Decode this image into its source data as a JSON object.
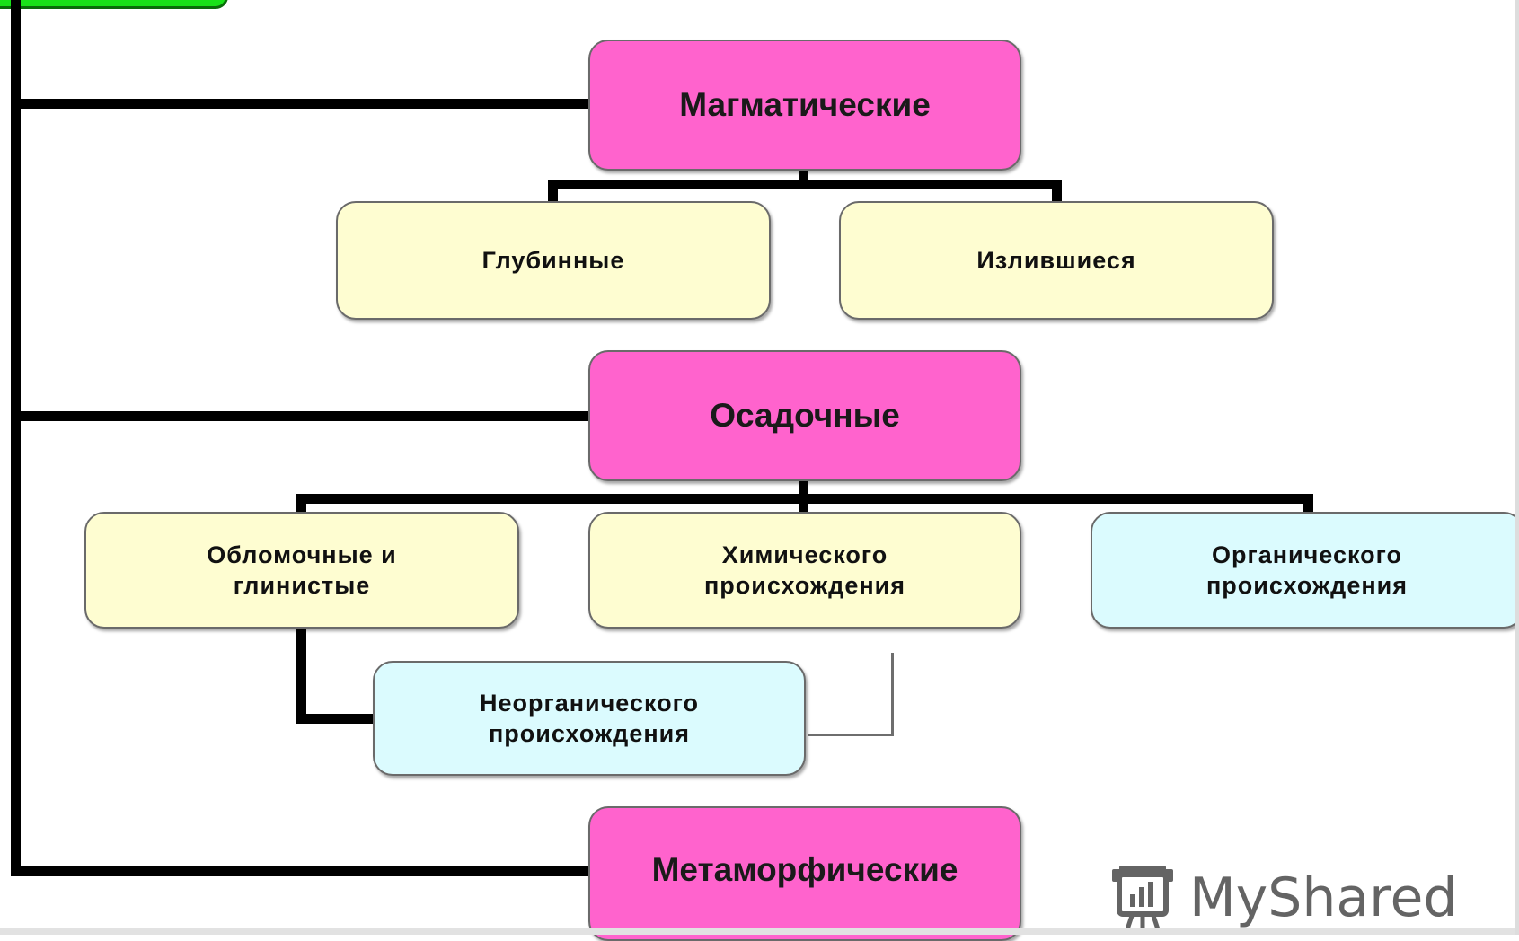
{
  "diagram": {
    "nodes": {
      "magmatic": "Магматические",
      "deep": "Глубинные",
      "effusive": "Излившиеся",
      "sedimentary": "Осадочные",
      "clastic_line1": "Обломочные и",
      "clastic_line2": "глинистые",
      "chemical_line1": "Химического",
      "chemical_line2": "происхождения",
      "organic_line1": "Органического",
      "organic_line2": "происхождения",
      "inorganic_line1": "Неорганического",
      "inorganic_line2": "происхождения",
      "metamorphic": "Метаморфические"
    },
    "colors": {
      "category": "#ff63cd",
      "subtype": "#fefdd1",
      "origin": "#dbfbfe",
      "top_corner": "#19e219",
      "connector": "#000000"
    }
  },
  "watermark": {
    "text": "MyShared",
    "icon": "presentation-board-icon"
  }
}
